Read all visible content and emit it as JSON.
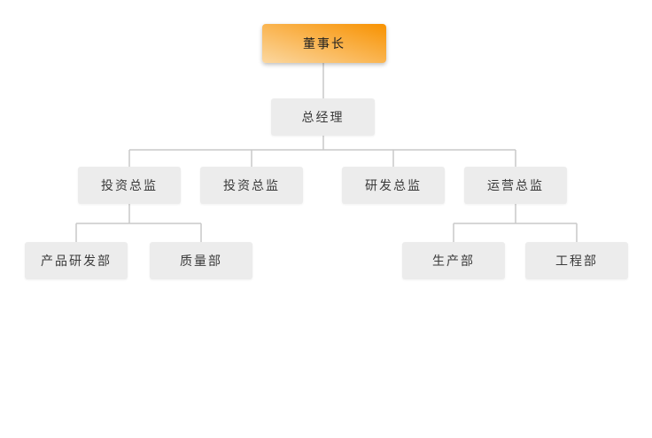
{
  "diagram": {
    "type": "org-chart",
    "line_color": "#c9c9c9",
    "node_background": "#ececec",
    "node_text_color": "#3a3a3a",
    "root_gradient_start": "#fbd7a0",
    "root_gradient_end": "#f89201",
    "nodes": [
      {
        "id": "chairman",
        "label": "董事长",
        "parent": null
      },
      {
        "id": "general-manager",
        "label": "总经理",
        "parent": "chairman"
      },
      {
        "id": "investment-director-1",
        "label": "投资总监",
        "parent": "general-manager"
      },
      {
        "id": "investment-director-2",
        "label": "投资总监",
        "parent": "general-manager"
      },
      {
        "id": "rd-director",
        "label": "研发总监",
        "parent": "general-manager"
      },
      {
        "id": "operations-director",
        "label": "运营总监",
        "parent": "general-manager"
      },
      {
        "id": "product-rd-dept",
        "label": "产品研发部",
        "parent": "investment-director-1"
      },
      {
        "id": "quality-dept",
        "label": "质量部",
        "parent": "investment-director-1"
      },
      {
        "id": "production-dept",
        "label": "生产部",
        "parent": "operations-director"
      },
      {
        "id": "engineering-dept",
        "label": "工程部",
        "parent": "operations-director"
      }
    ]
  }
}
